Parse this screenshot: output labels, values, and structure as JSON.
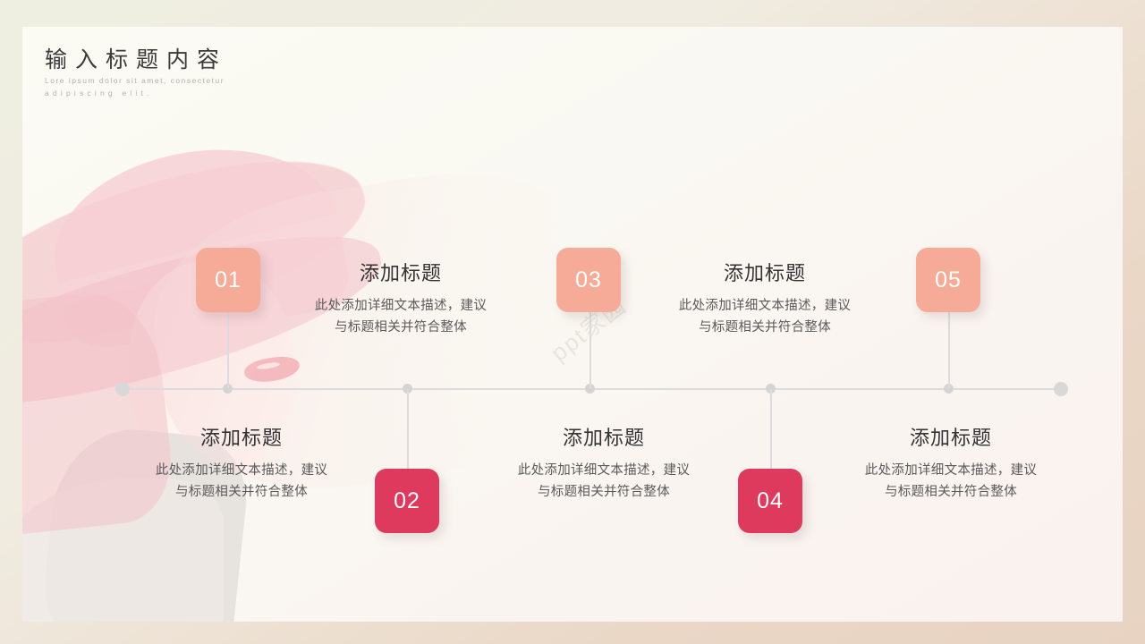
{
  "header": {
    "title": "输入标题内容",
    "subtitle_line1": "Lore ipsum dolor sit amet, consectetur",
    "subtitle_line2": "adipiscing elit."
  },
  "watermark": "ppt家园",
  "colors": {
    "peach": "#f5ab98",
    "crimson": "#de3a5e",
    "axis": "#dcdcdc",
    "title_text": "#333333",
    "body_text": "#5a5a5a",
    "card_bg": "#fbfaf4",
    "outer_bg": "#eadbcb"
  },
  "timeline": {
    "items": [
      {
        "number": "01",
        "accent": "peach",
        "position": "above",
        "title": "添加标题",
        "desc_line1": "此处添加详细文本描述，建议",
        "desc_line2": "与标题相关并符合整体"
      },
      {
        "number": "02",
        "accent": "crimson",
        "position": "below",
        "title": "添加标题",
        "desc_line1": "此处添加详细文本描述，建议",
        "desc_line2": "与标题相关并符合整体"
      },
      {
        "number": "03",
        "accent": "peach",
        "position": "above",
        "title": "添加标题",
        "desc_line1": "此处添加详细文本描述，建议",
        "desc_line2": "与标题相关并符合整体"
      },
      {
        "number": "04",
        "accent": "crimson",
        "position": "below",
        "title": "添加标题",
        "desc_line1": "此处添加详细文本描述，建议",
        "desc_line2": "与标题相关并符合整体"
      },
      {
        "number": "05",
        "accent": "peach",
        "position": "above",
        "title": "",
        "desc_line1": "",
        "desc_line2": ""
      }
    ]
  }
}
